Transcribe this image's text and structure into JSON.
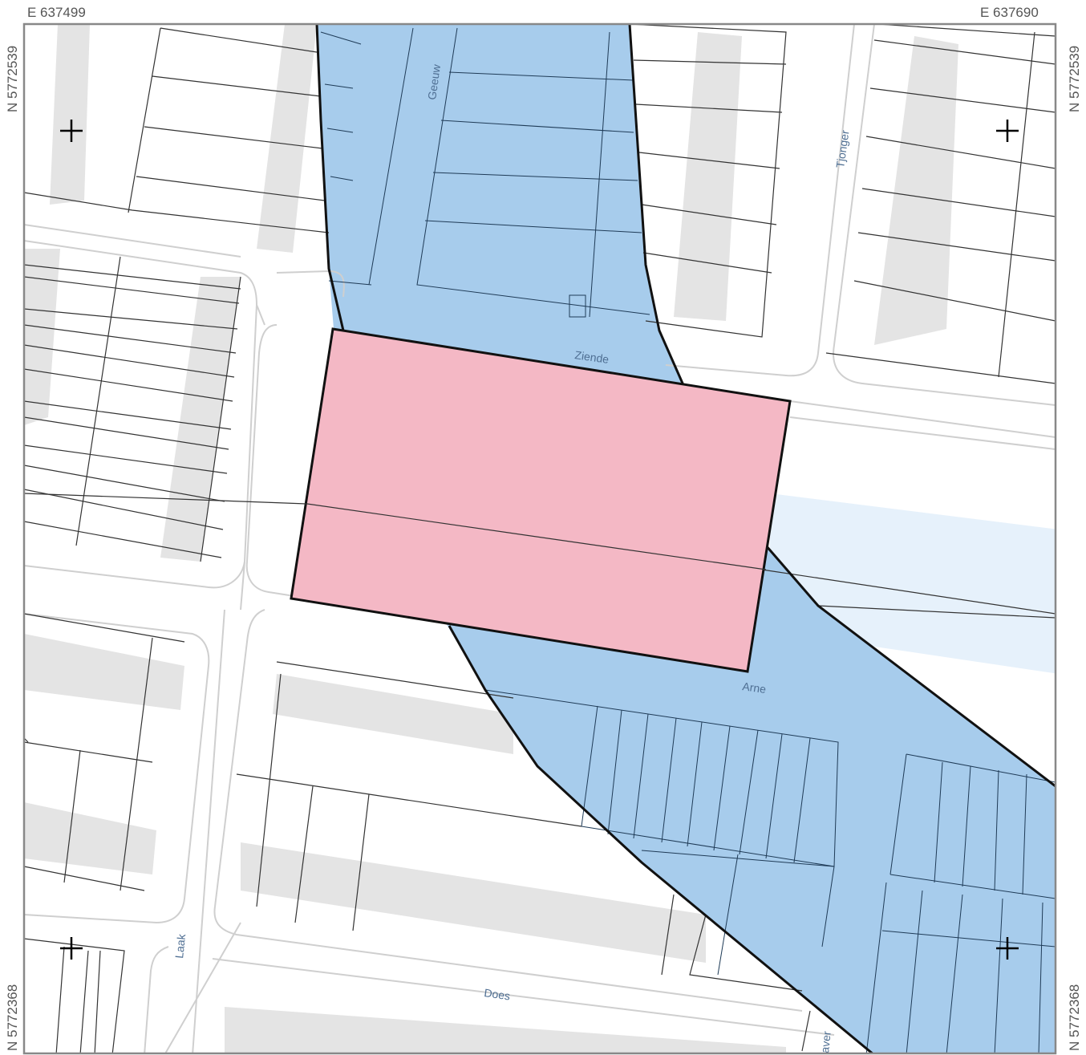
{
  "coordinates": {
    "east_west": "E 637499",
    "east_east": "E 637690",
    "north_top": "N 5772539",
    "north_bottom": "N 5772368"
  },
  "streets": {
    "geeuw": "Geeuw",
    "tjonger": "Tjonger",
    "ziende": "Ziende",
    "arne": "Arne",
    "laak": "Laak",
    "does": "Does",
    "aver": "aver"
  },
  "colors": {
    "zone_blue": "#a7ccec",
    "zone_blue_light": "#e6f1fb",
    "highlight_pink": "#f4b8c5",
    "building_gray": "#e4e4e4",
    "road_gray": "#cfcfcf",
    "outline": "#000000",
    "frame": "#888888"
  }
}
